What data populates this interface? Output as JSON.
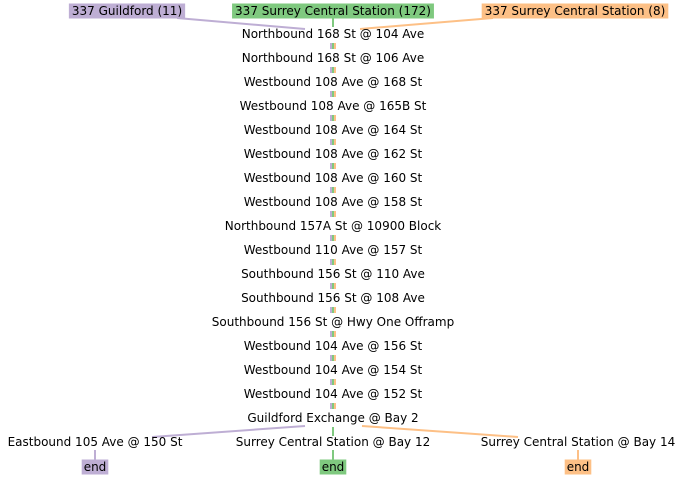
{
  "colors": {
    "purple": "#beaed4",
    "green": "#7fc97f",
    "orange": "#fdc086",
    "text": "#000000"
  },
  "routes": [
    {
      "label": "337 Guildford (11)",
      "color_key": "purple"
    },
    {
      "label": "337 Surrey Central Station (172)",
      "color_key": "green"
    },
    {
      "label": "337 Surrey Central Station (8)",
      "color_key": "orange"
    }
  ],
  "stops": [
    "Northbound 168 St @ 104 Ave",
    "Northbound 168 St @ 106 Ave",
    "Westbound 108 Ave @ 168 St",
    "Westbound 108 Ave @ 165B St",
    "Westbound 108 Ave @ 164 St",
    "Westbound 108 Ave @ 162 St",
    "Westbound 108 Ave @ 160 St",
    "Westbound 108 Ave @ 158 St",
    "Northbound 157A St @ 10900 Block",
    "Westbound 110 Ave @ 157 St",
    "Southbound 156 St @ 110 Ave",
    "Southbound 156 St @ 108 Ave",
    "Southbound 156 St @ Hwy One Offramp",
    "Westbound 104 Ave @ 156 St",
    "Westbound 104 Ave @ 154 St",
    "Westbound 104 Ave @ 152 St",
    "Guildford Exchange @ Bay 2"
  ],
  "terminals": [
    {
      "stop": "Eastbound 105 Ave @ 150 St",
      "end_label": "end",
      "color_key": "purple"
    },
    {
      "stop": "Surrey Central Station @ Bay 12",
      "end_label": "end",
      "color_key": "green"
    },
    {
      "stop": "Surrey Central Station @ Bay 14",
      "end_label": "end",
      "color_key": "orange"
    }
  ]
}
